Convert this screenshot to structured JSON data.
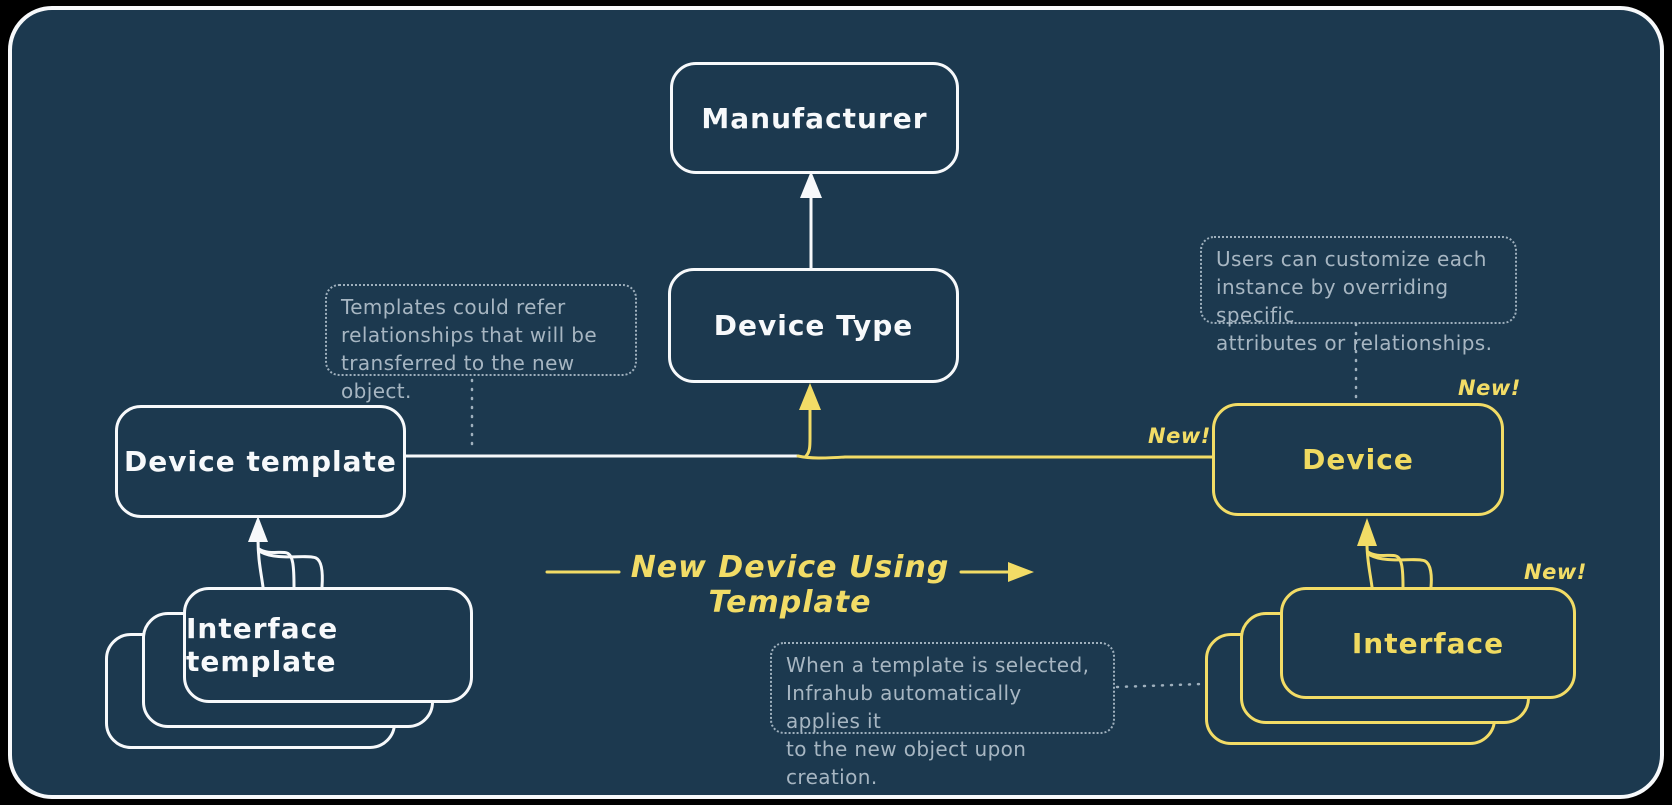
{
  "colors": {
    "page_background": "#000000",
    "canvas_background": "#1c394f",
    "primary_stroke": "#f7f9fb",
    "accent_yellow": "#f2dc66",
    "annotation_gray": "#a7b6c2"
  },
  "nodes": {
    "manufacturer": {
      "label": "Manufacturer"
    },
    "device_type": {
      "label": "Device Type"
    },
    "device_template": {
      "label": "Device template"
    },
    "interface_template": {
      "label": "Interface template"
    },
    "device": {
      "label": "Device",
      "badge": "New!"
    },
    "interface": {
      "label": "Interface",
      "badge": "New!"
    }
  },
  "flow_label": {
    "text": "New Device Using Template",
    "badge": "New!"
  },
  "annotations": {
    "templates": {
      "lines": [
        "Templates could refer",
        "relationships that will be",
        "transferred to the new object."
      ]
    },
    "customize": {
      "lines": [
        "Users can customize each",
        "instance by overriding specific",
        "attributes or relationships."
      ]
    },
    "apply": {
      "lines": [
        "When a template is selected,",
        "Infrahub automatically applies it",
        "to the new object upon creation."
      ]
    }
  }
}
